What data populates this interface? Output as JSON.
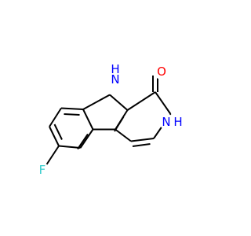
{
  "structure": {
    "atoms": {
      "N9": {
        "symbol": "N",
        "hydrogen": "H",
        "color": "#0000ff"
      },
      "N2": {
        "symbol": "N",
        "hydrogen": "H",
        "color": "#0000ff"
      },
      "O1": {
        "symbol": "O",
        "color": "#ff0000"
      },
      "F6": {
        "symbol": "F",
        "color": "#33cccc"
      }
    }
  }
}
